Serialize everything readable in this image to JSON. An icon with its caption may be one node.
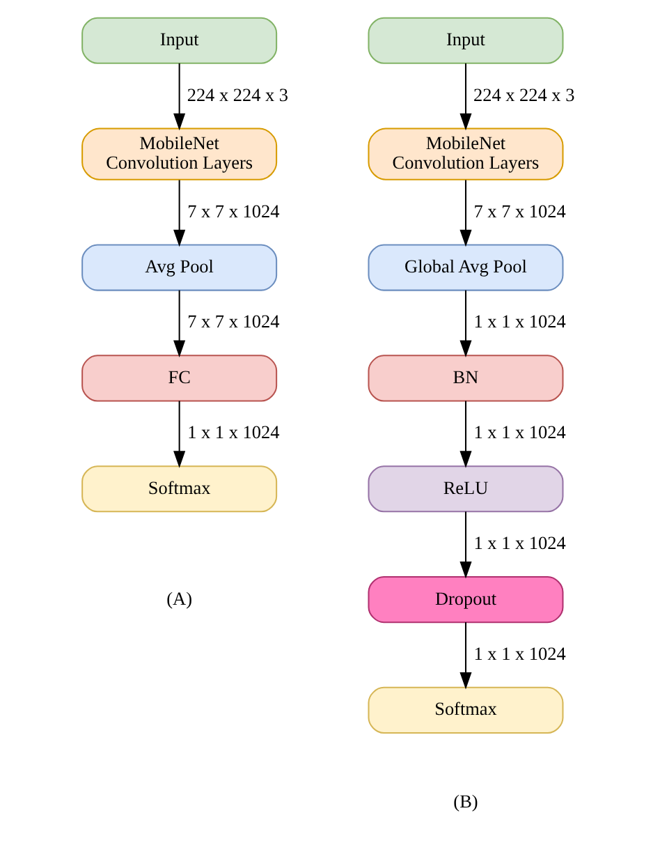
{
  "diagram": {
    "nodes": [
      {
        "text": [
          "Input"
        ]
      },
      {
        "text": [
          "MobileNet Convolution Layers"
        ]
      },
      {
        "text": [
          "Avg Pool"
        ]
      },
      {
        "text": [
          "FC"
        ]
      },
      {
        "text": [
          "Softmax"
        ]
      },
      {
        "text": [
          "Input"
        ]
      },
      {
        "text": [
          "MobileNet Convolution Layers"
        ]
      },
      {
        "text": [
          "Global Avg Pool"
        ]
      },
      {
        "text": [
          "BN"
        ]
      },
      {
        "text": [
          "ReLU"
        ]
      },
      {
        "text": [
          "Dropout"
        ]
      },
      {
        "text": [
          "Softmax"
        ]
      }
    ],
    "edges": [
      {
        "from": 0,
        "to": 1,
        "arrow": "to",
        "label": "224 x 224 x 3"
      },
      {
        "from": 1,
        "to": 2,
        "arrow": "to",
        "label": "7 x 7 x 1024"
      },
      {
        "from": 2,
        "to": 3,
        "arrow": "to",
        "label": "7 x 7 x 1024"
      },
      {
        "from": 3,
        "to": 4,
        "arrow": "to",
        "label": "1 x 1 x 1024"
      },
      {
        "from": 5,
        "to": 6,
        "arrow": "to",
        "label": "224 x 224 x 3"
      },
      {
        "from": 6,
        "to": 7,
        "arrow": "to",
        "label": "7 x 7 x 1024"
      },
      {
        "from": 7,
        "to": 8,
        "arrow": "to",
        "label": "1 x 1 x 1024"
      },
      {
        "from": 8,
        "to": 9,
        "arrow": "to",
        "label": "1 x 1 x 1024"
      },
      {
        "from": 9,
        "to": 10,
        "arrow": "to",
        "label": "1 x 1 x 1024"
      },
      {
        "from": 10,
        "to": 11,
        "arrow": "to",
        "label": "1 x 1 x 1024"
      }
    ],
    "labels": [
      "(A)",
      "(B)"
    ]
  }
}
